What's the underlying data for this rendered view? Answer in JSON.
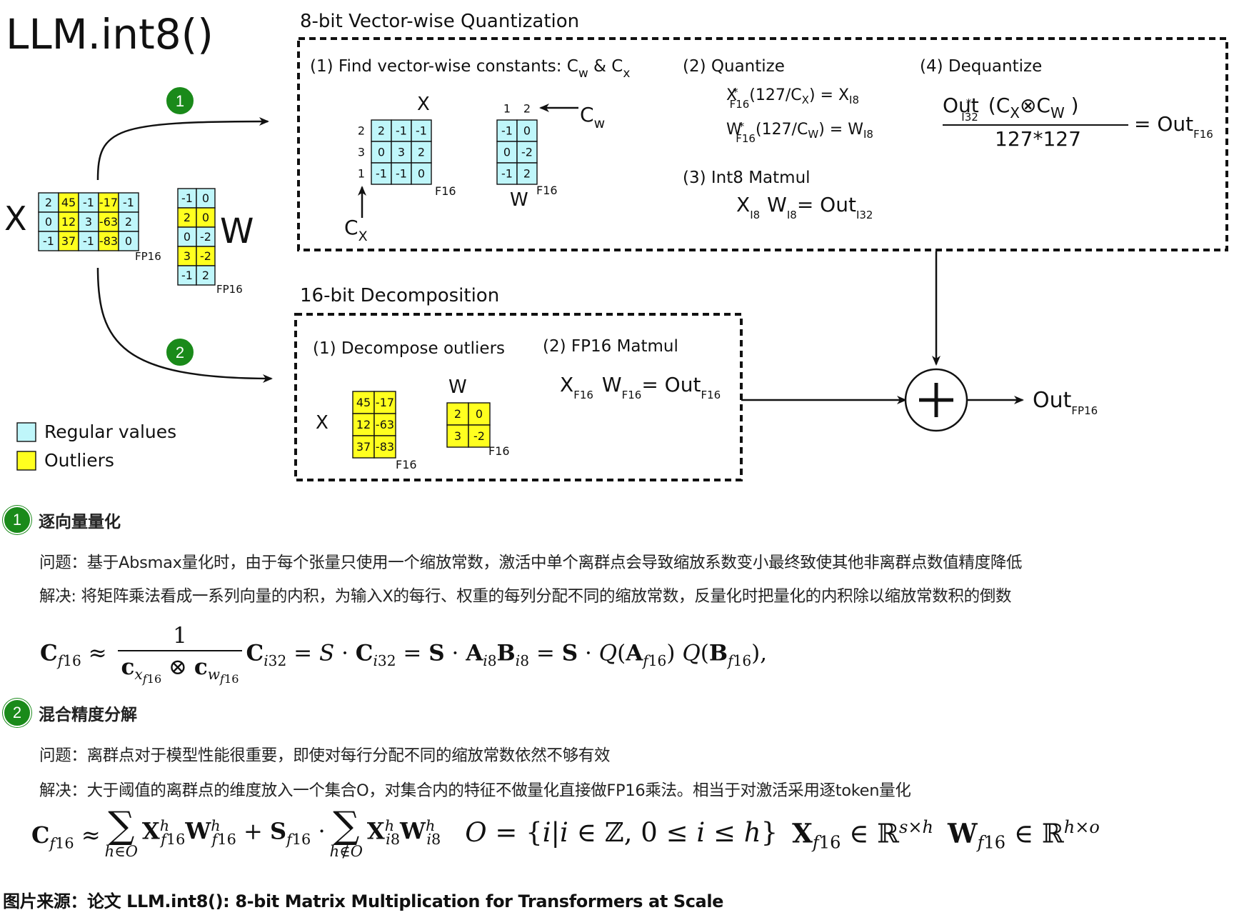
{
  "title": "LLM.int8()",
  "quant_box": {
    "title": "8-bit Vector-wise Quantization",
    "step1_label": "(1) Find vector-wise constants: C",
    "step1_sub_w": "w",
    "step1_amp": " & C",
    "step1_sub_x": "x",
    "step2_label": "(2) Quantize",
    "step3_label": "(3) Int8 Matmul",
    "step4_label": "(4) Dequantize",
    "x_label": "X",
    "w_label": "W",
    "cw_label": "C",
    "cw_sub": "w",
    "cx_label": "C",
    "cx_sub": "X",
    "f16": "F16",
    "x_matrix": [
      [
        "2",
        "-1",
        "-1"
      ],
      [
        "0",
        "3",
        "2"
      ],
      [
        "-1",
        "-1",
        "0"
      ]
    ],
    "x_row_idx": [
      "2",
      "3",
      "1"
    ],
    "w_matrix": [
      [
        "-1",
        "0"
      ],
      [
        "0",
        "-2"
      ],
      [
        "-1",
        "2"
      ]
    ],
    "w_col_idx": [
      "1",
      "2"
    ]
  },
  "decomp_box": {
    "title": "16-bit Decomposition",
    "step1_label": "(1) Decompose outliers",
    "step2_label": "(2) FP16 Matmul",
    "x_label": "X",
    "w_label": "W",
    "f16": "F16",
    "x_matrix": [
      [
        "45",
        "-17"
      ],
      [
        "12",
        "-63"
      ],
      [
        "37",
        "-83"
      ]
    ],
    "w_matrix": [
      [
        "2",
        "0"
      ],
      [
        "3",
        "-2"
      ]
    ]
  },
  "input": {
    "x_label": "X",
    "w_label": "W",
    "fp16": "FP16",
    "x_matrix": [
      [
        "2",
        "45",
        "-1",
        "-17",
        "-1"
      ],
      [
        "0",
        "12",
        "3",
        "-63",
        "2"
      ],
      [
        "-1",
        "37",
        "-1",
        "-83",
        "0"
      ]
    ],
    "x_outlier_cols": [
      1,
      3
    ],
    "w_matrix": [
      [
        "-1",
        "0"
      ],
      [
        "2",
        "0"
      ],
      [
        "0",
        "-2"
      ],
      [
        "3",
        "-2"
      ],
      [
        "-1",
        "2"
      ]
    ],
    "w_outlier_rows": [
      1,
      3
    ],
    "path1_badge": "1",
    "path2_badge": "2"
  },
  "legend": {
    "regular": "Regular values",
    "outliers": "Outliers",
    "regular_color": "#bff6fa",
    "outlier_color": "#ffff1f"
  },
  "output": {
    "label": "Out",
    "sub": "FP16"
  },
  "section1": {
    "badge": "1",
    "title": "逐向量量化",
    "problem": "问题：基于Absmax量化时，由于每个张量只使用一个缩放常数，激活中单个离群点会导致缩放系数变小最终致使其他非离群点数值精度降低",
    "solution": "解决: 将矩阵乘法看成一系列向量的内积，为输入X的每行、权重的每列分配不同的缩放常数，反量化时把量化的内积除以缩放常数积的倒数"
  },
  "section2": {
    "badge": "2",
    "title": "混合精度分解",
    "problem": "问题：离群点对于模型性能很重要，即使对每行分配不同的缩放常数依然不够有效",
    "solution": "解决：大于阈值的离群点的维度放入一个集合O，对集合内的特征不做量化直接做FP16乘法。相当于对激活采用逐token量化"
  },
  "source": "图片来源：论文 LLM.int8(): 8-bit Matrix Multiplication for Transformers at Scale",
  "colors": {
    "badge_green": "#1a8a1a"
  }
}
